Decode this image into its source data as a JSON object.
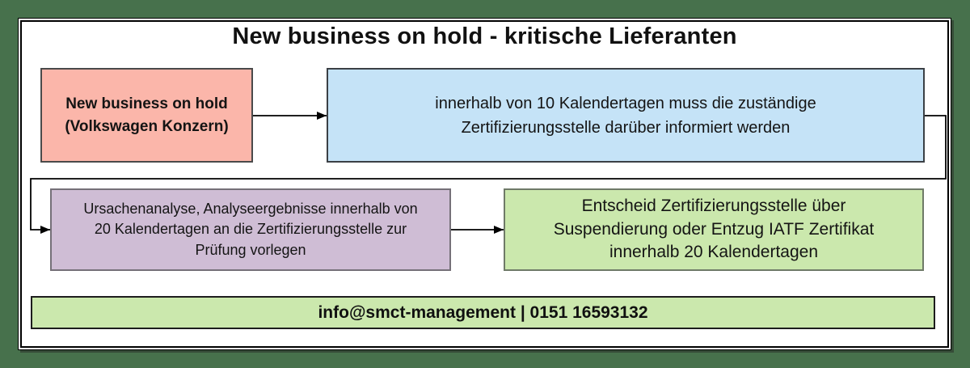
{
  "title": "New business on hold - kritische Lieferanten",
  "colors": {
    "canvas_bg": "#47714C",
    "panel_bg": "#FFFFFF",
    "start_box_bg": "#FBB6AA",
    "notify_box_bg": "#C5E3F7",
    "analysis_box_bg": "#CFBDD5",
    "decision_box_bg": "#CBE8AD",
    "footer_bg": "#CBE8AD",
    "line": "#000000"
  },
  "boxes": {
    "start": {
      "text": "New business on hold\n(Volkswagen Konzern)"
    },
    "notify": {
      "text": "innerhalb von 10 Kalendertagen muss die zuständige\nZertifizierungsstelle darüber informiert werden"
    },
    "analysis": {
      "text": "Ursachenanalyse, Analyseergebnisse innerhalb von\n20 Kalendertagen an die Zertifizierungsstelle zur\nPrüfung vorlegen"
    },
    "decision": {
      "text": "Entscheid Zertifizierungsstelle über\nSuspendierung oder Entzug IATF Zertifikat\ninnerhalb 20 Kalendertagen"
    }
  },
  "footer": {
    "contact": "info@smct-management | 0151 16593132"
  }
}
